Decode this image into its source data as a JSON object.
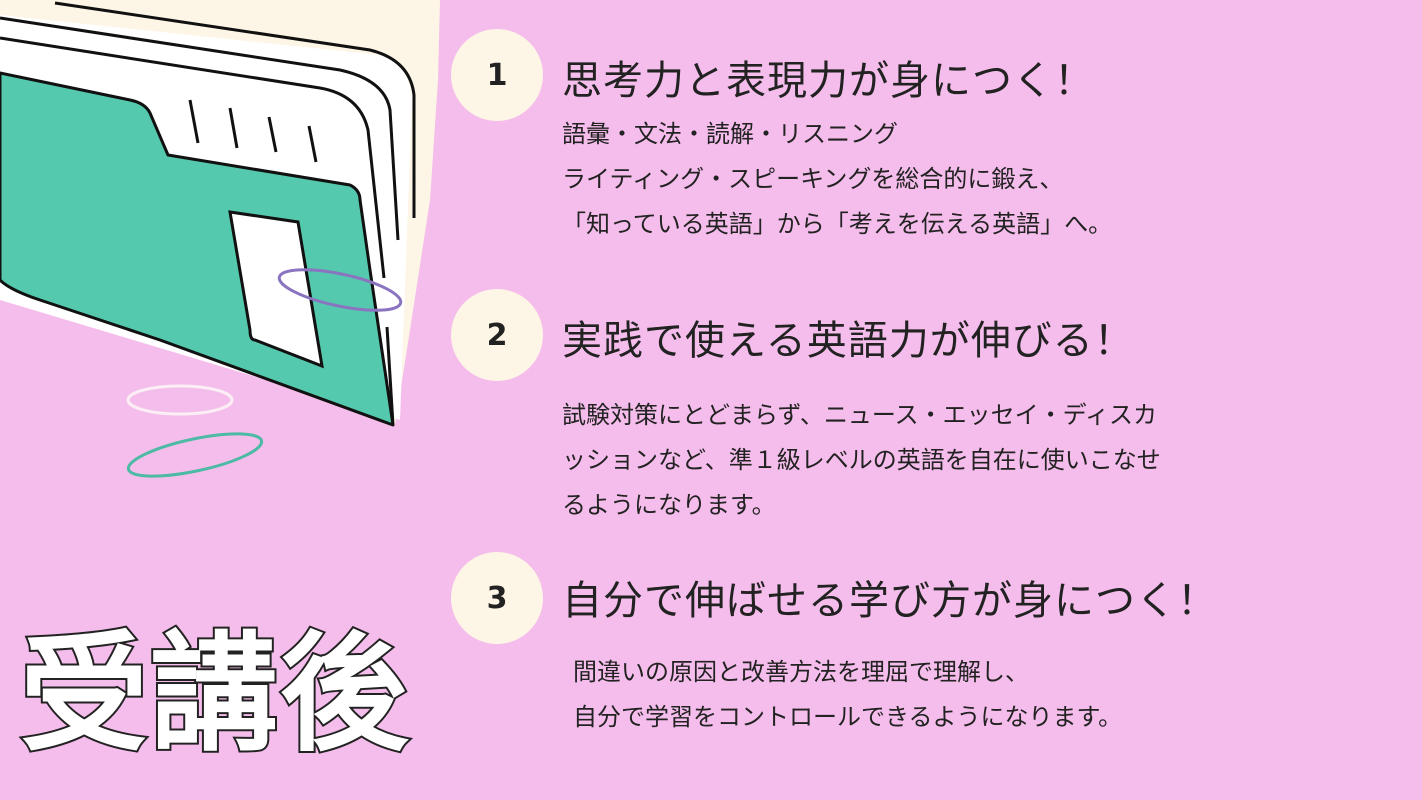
{
  "title": "受講後",
  "colors": {
    "background": "#f5bdeb",
    "badge": "#fdf6e6",
    "folder": "#55c9ad",
    "text": "#222222"
  },
  "points": [
    {
      "number": "1",
      "heading": "思考力と表現力が身につく！",
      "lines": [
        "語彙・文法・読解・リスニング",
        "ライティング・スピーキングを総合的に鍛え、",
        "「知っている英語」から「考えを伝える英語」へ。"
      ]
    },
    {
      "number": "2",
      "heading": "実践で使える英語力が伸びる！",
      "lines": [
        "試験対策にとどまらず、ニュース・エッセイ・ディスカ",
        "ッションなど、準１級レベルの英語を自在に使いこなせ",
        "るようになります。"
      ]
    },
    {
      "number": "3",
      "heading": "自分で伸ばせる学び方が身につく！",
      "lines": [
        "間違いの原因と改善方法を理屈で理解し、",
        "自分で学習をコントロールできるようになります。"
      ]
    }
  ]
}
